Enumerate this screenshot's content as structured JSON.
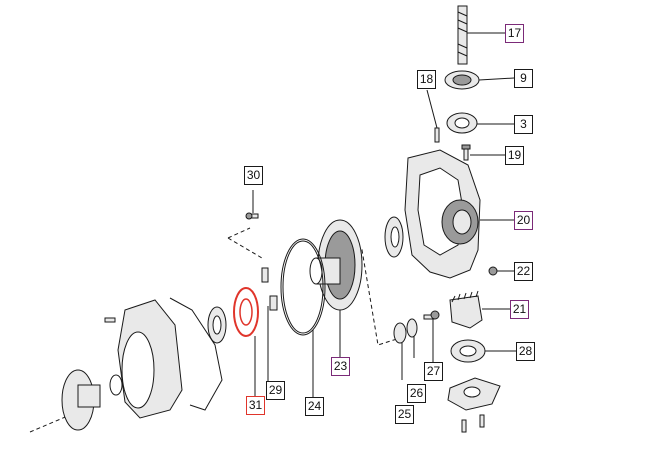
{
  "labels": {
    "p17": "17",
    "p18": "18",
    "p9": "9",
    "p3": "3",
    "p19": "19",
    "p30": "30",
    "p20": "20",
    "p22": "22",
    "p21": "21",
    "p28": "28",
    "p23": "23",
    "p27": "27",
    "p29": "29",
    "p24": "24",
    "p31": "31",
    "p26": "26",
    "p25": "25"
  },
  "colors": {
    "line": "#1a1a1a",
    "highlight": "#e0352b",
    "purple_box": "#7b2a78",
    "part_fill": "#e9e9e9",
    "part_dark": "#9a9a9a"
  }
}
